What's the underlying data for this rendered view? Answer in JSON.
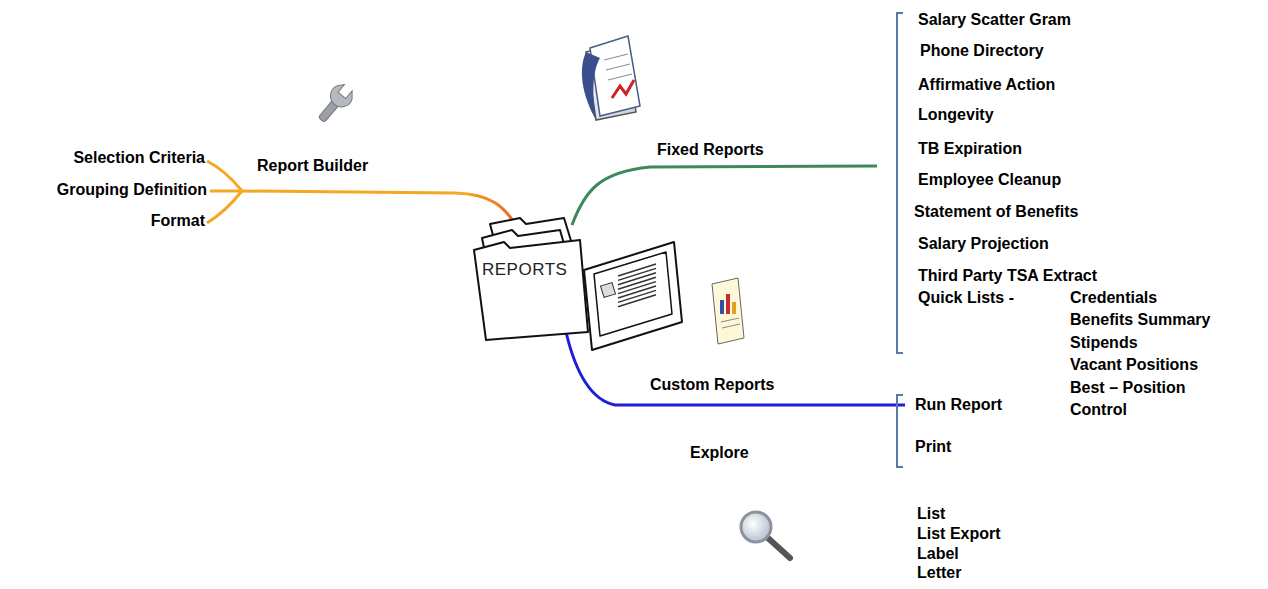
{
  "diagram": {
    "nodes": [
      {
        "text": [
          "REPORTS"
        ]
      }
    ],
    "labels": [
      "Selection Criteria",
      "Grouping Definition",
      "Format",
      "Report Builder",
      "Fixed Reports",
      "Salary Scatter Gram",
      "Phone Directory",
      "Affirmative Action",
      "Longevity",
      "TB Expiration",
      "Employee Cleanup",
      "Statement of Benefits",
      "Salary Projection",
      "Third Party TSA Extract",
      "Quick Lists -",
      "Credentials",
      "Benefits Summary",
      "Stipends",
      "Vacant Positions",
      "Best – Position Control",
      "Custom Reports",
      "Run Report",
      "Print",
      "Explore",
      "List",
      "List Export",
      "Label",
      "Letter"
    ]
  }
}
